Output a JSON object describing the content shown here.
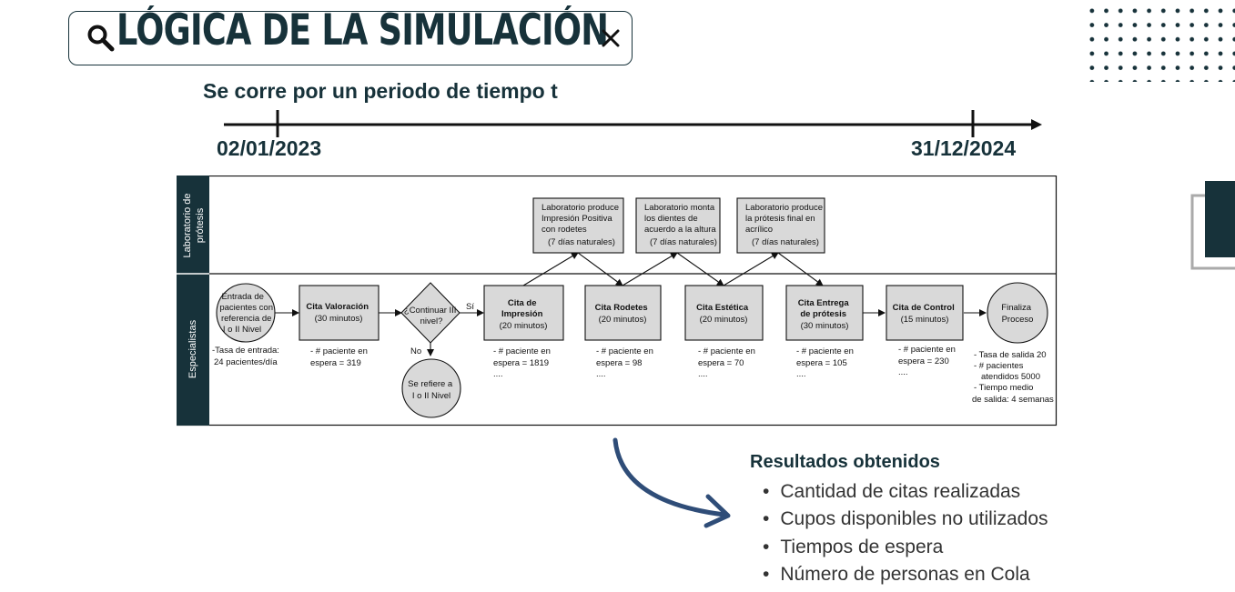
{
  "header": {
    "title": "LÓGICA DE LA SIMULACIÓN",
    "search_icon": "search-icon",
    "close_icon": "close-icon"
  },
  "timeline": {
    "subtitle": "Se corre por un periodo de tiempo t",
    "start_date": "02/01/2023",
    "end_date": "31/12/2024"
  },
  "diagram": {
    "lane_lab": "Laboratorio de prótesis",
    "lane_esp": "Especialistas",
    "start": {
      "lines": [
        "Entrada de",
        "pacientes con",
        "referencia de",
        "I o II Nivel"
      ]
    },
    "start_note": [
      "-Tasa de entrada:",
      "24 pacientes/día"
    ],
    "valoracion": {
      "lines": [
        "Cita Valoración",
        "(30 minutos)"
      ]
    },
    "valoracion_note": [
      "- # paciente en",
      "espera = 319"
    ],
    "decision": {
      "lines": [
        "¿Continuar III",
        "nivel?"
      ]
    },
    "yes_label": "Sí",
    "no_label": "No",
    "refer": {
      "lines": [
        "Se refiere a",
        "I o II Nivel"
      ]
    },
    "impresion": {
      "lines": [
        "Cita de",
        "Impresión",
        "(20 minutos)"
      ]
    },
    "impresion_note": [
      "- # paciente en",
      "espera = 1819",
      "...."
    ],
    "rodetes": {
      "lines": [
        "Cita Rodetes",
        "(20 minutos)"
      ]
    },
    "rodetes_note": [
      "- # paciente en",
      "espera = 98",
      "...."
    ],
    "estetica": {
      "lines": [
        "Cita Estética",
        "(20 minutos)"
      ]
    },
    "estetica_note": [
      "- # paciente en",
      "espera = 70",
      "...."
    ],
    "entrega": {
      "lines": [
        "Cita Entrega",
        "de prótesis",
        "(30 minutos)"
      ]
    },
    "entrega_note": [
      "- # paciente en",
      "espera = 105",
      "...."
    ],
    "control": {
      "lines": [
        "Cita de Control",
        "(15 minutos)"
      ]
    },
    "control_note": [
      "- # paciente en",
      "espera = 230",
      "...."
    ],
    "end": {
      "lines": [
        "Finaliza",
        "Proceso"
      ]
    },
    "end_note": [
      "- Tasa de salida 20",
      "- # pacientes",
      "atendidos    5000",
      "- Tiempo medio",
      "de salida:  4 semanas"
    ],
    "lab1": {
      "lines": [
        "Laboratorio produce",
        "Impresión Positiva",
        "con rodetes",
        "(7 días naturales)"
      ]
    },
    "lab2": {
      "lines": [
        "Laboratorio monta",
        "los dientes de",
        "acuerdo a la altura",
        "(7 días naturales)"
      ]
    },
    "lab3": {
      "lines": [
        "Laboratorio produce",
        "la prótesis final en",
        "acrílico",
        "(7 días naturales)"
      ]
    }
  },
  "results": {
    "title": "Resultados obtenidos",
    "items": [
      "Cantidad de citas realizadas",
      "Cupos disponibles no utilizados",
      "Tiempos de espera",
      "Número de personas en Cola"
    ]
  }
}
